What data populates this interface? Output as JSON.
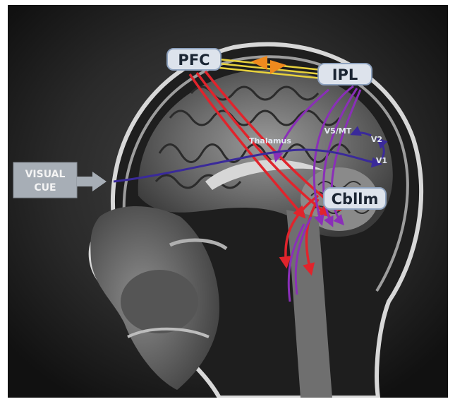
{
  "labels": {
    "pfc": "PFC",
    "ipl": "IPL",
    "thalamus": "Thalamus",
    "v5mt": "V5/MT",
    "v2": "V2",
    "v1": "V1",
    "cbllm": "Cbllm",
    "visual_cue_line1": "VISUAL",
    "visual_cue_line2": "CUE"
  },
  "colors": {
    "background": "#000000",
    "label_box_fill": "#dde3ec",
    "label_box_stroke": "#8fa3bf",
    "cue_box_fill": "#a7aeb6",
    "red_pathway": "#e0242c",
    "purple_pathway": "#8a2fb8",
    "blue_pathway": "#3a2a9a",
    "yellow_link": "#e8d23c",
    "orange_arrow": "#f08a1e"
  },
  "pathways": [
    {
      "from": "PFC",
      "to": "Cbllm",
      "color": "red"
    },
    {
      "from": "IPL",
      "to": "Cbllm",
      "color": "purple"
    },
    {
      "from": "VISUAL CUE",
      "to": "V1",
      "color": "blue"
    },
    {
      "from": "PFC",
      "to": "IPL",
      "color": "yellow"
    }
  ]
}
